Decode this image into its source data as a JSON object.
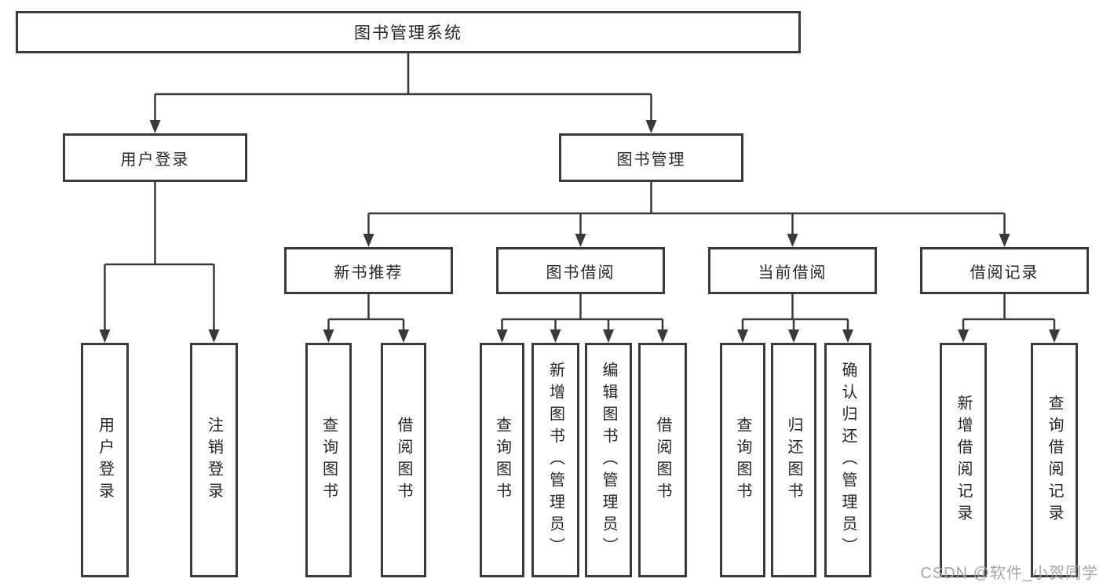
{
  "diagram": {
    "watermark": "CSDN @软件_小贺同学",
    "colors": {
      "line": "#3a3a3a",
      "text": "#262626",
      "watermark": "#a6a6a6",
      "background": "#ffffff"
    }
  },
  "nodes": {
    "root": {
      "label": "图书管理系统"
    },
    "user_login": {
      "label": "用户登录"
    },
    "book_mgmt": {
      "label": "图书管理"
    },
    "new_book_rec": {
      "label": "新书推荐"
    },
    "book_borrow": {
      "label": "图书借阅"
    },
    "current_borrow": {
      "label": "当前借阅"
    },
    "borrow_records": {
      "label": "借阅记录"
    },
    "leaf_user_login": {
      "label": "用户登录"
    },
    "leaf_logout": {
      "label": "注销登录"
    },
    "leaf_nb_query": {
      "label": "查询图书"
    },
    "leaf_nb_borrow": {
      "label": "借阅图书"
    },
    "leaf_bb_query": {
      "label": "查询图书"
    },
    "leaf_bb_add": {
      "label": "新增图书（管理员）"
    },
    "leaf_bb_edit": {
      "label": "编辑图书（管理员）"
    },
    "leaf_bb_borrow": {
      "label": "借阅图书"
    },
    "leaf_cb_query": {
      "label": "查询图书"
    },
    "leaf_cb_return": {
      "label": "归还图书"
    },
    "leaf_cb_confirm": {
      "label": "确认归还（管理员）"
    },
    "leaf_br_add": {
      "label": "新增借阅记录"
    },
    "leaf_br_query": {
      "label": "查询借阅记录"
    }
  }
}
